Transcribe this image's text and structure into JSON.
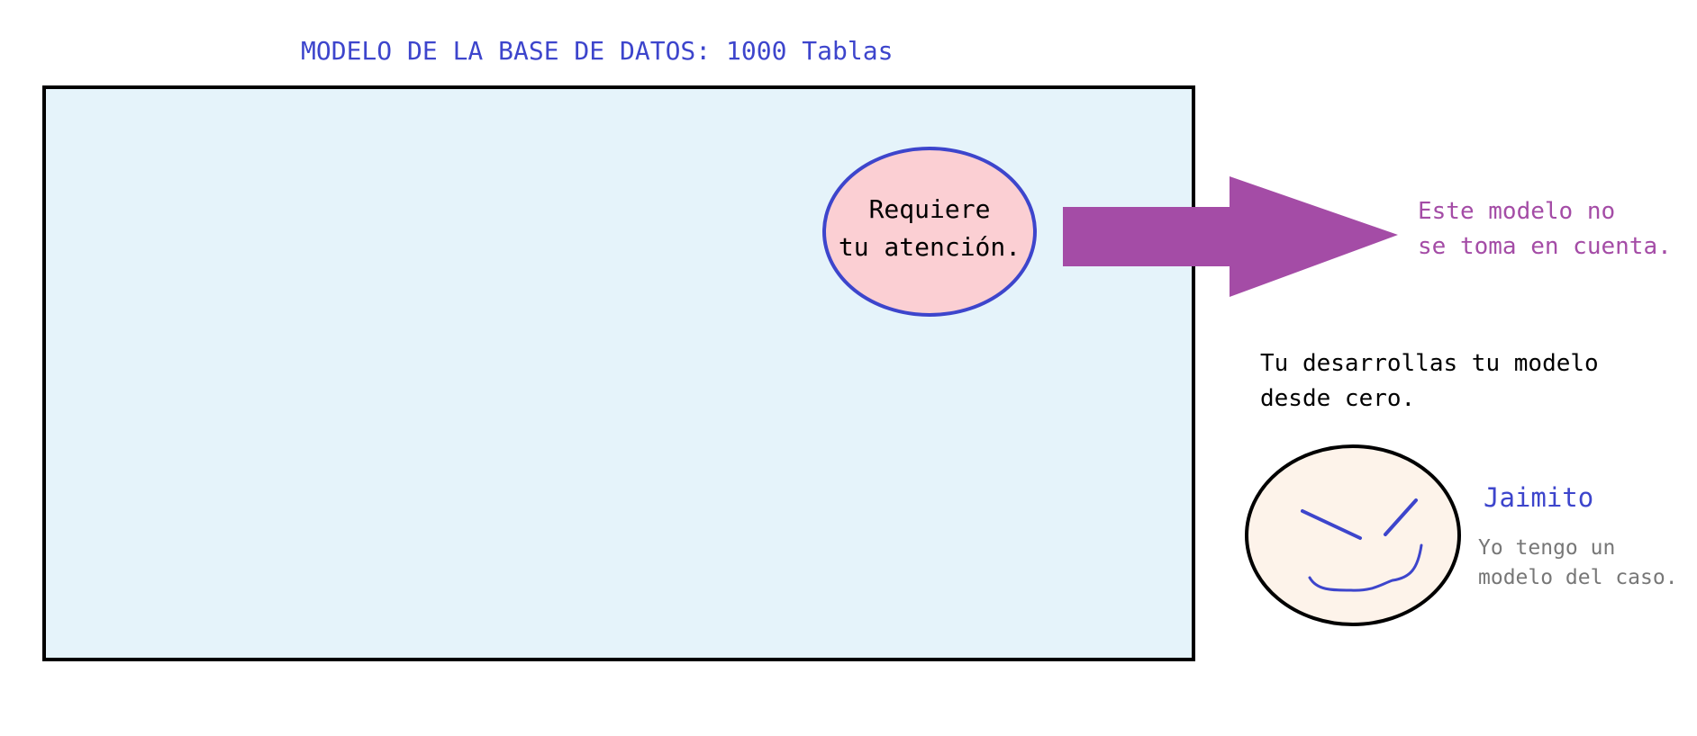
{
  "title": {
    "text": "MODELO DE LA BASE DE DATOS: 1000 Tablas",
    "color": "#3d45cc"
  },
  "database_box": {
    "fill": "#e5f3fa",
    "border": "#000000"
  },
  "attention_callout": {
    "text": "Requiere\ntu atención.",
    "fill": "#fbcfd3",
    "border": "#3d45cc"
  },
  "arrow": {
    "color": "#a44ca6"
  },
  "ignored_note": {
    "text": "Este modelo no\nse toma en cuenta.",
    "color": "#a44ca6"
  },
  "develop_note": {
    "text": "Tu desarrollas tu modelo\ndesde cero."
  },
  "face": {
    "fill": "#fdf3ea",
    "outline": "#000000",
    "features_color": "#3d45cc"
  },
  "person": {
    "name": "Jaimito",
    "name_color": "#3d45cc",
    "quote": "Yo tengo un\nmodelo del caso.",
    "quote_color": "#777777"
  }
}
